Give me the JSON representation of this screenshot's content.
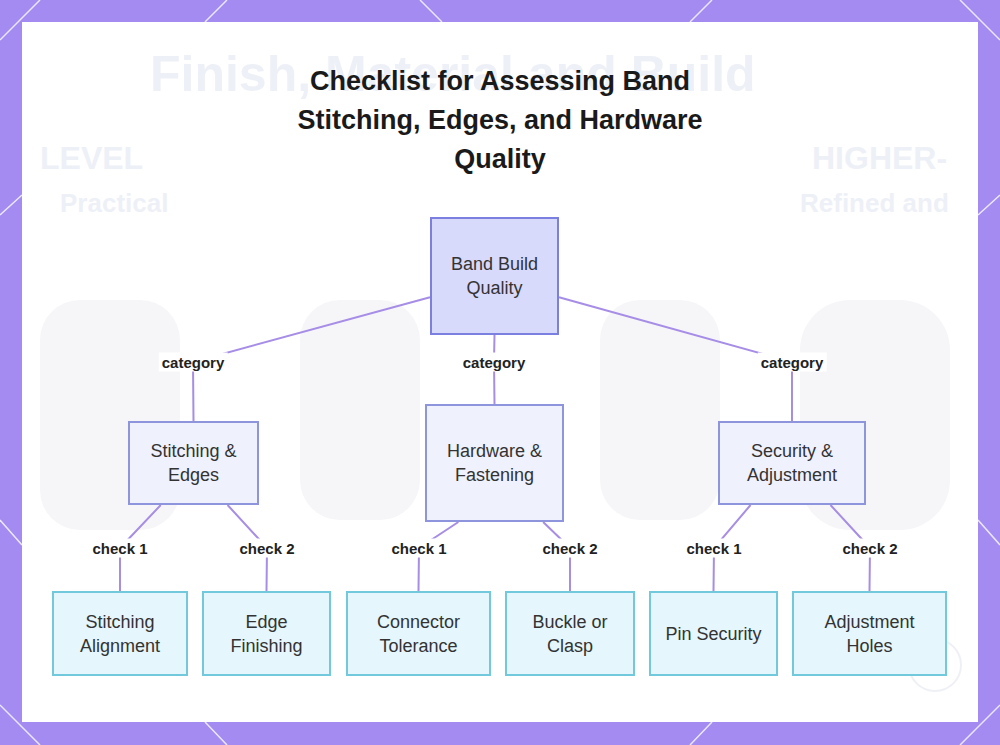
{
  "diagram": {
    "title": "Checklist for Assessing Band Stitching, Edges, and Hardware Quality",
    "nodes": [
      {
        "text": [
          "Band Build Quality"
        ]
      },
      {
        "text": [
          "Stitching & Edges"
        ]
      },
      {
        "text": [
          "Hardware & Fastening"
        ]
      },
      {
        "text": [
          "Security & Adjustment"
        ]
      },
      {
        "text": [
          "Stitching Alignment"
        ]
      },
      {
        "text": [
          "Edge Finishing"
        ]
      },
      {
        "text": [
          "Connector Tolerance"
        ]
      },
      {
        "text": [
          "Buckle or Clasp"
        ]
      },
      {
        "text": [
          "Pin Security"
        ]
      },
      {
        "text": [
          "Adjustment Holes"
        ]
      }
    ],
    "edges": [
      {
        "from": 0,
        "to": 1,
        "label": "category",
        "arrow": "none"
      },
      {
        "from": 0,
        "to": 2,
        "label": "category",
        "arrow": "none"
      },
      {
        "from": 0,
        "to": 3,
        "label": "category",
        "arrow": "none"
      },
      {
        "from": 1,
        "to": 4,
        "label": "check 1",
        "arrow": "none"
      },
      {
        "from": 1,
        "to": 5,
        "label": "check 2",
        "arrow": "none"
      },
      {
        "from": 2,
        "to": 6,
        "label": "check 1",
        "arrow": "none"
      },
      {
        "from": 2,
        "to": 7,
        "label": "check 2",
        "arrow": "none"
      },
      {
        "from": 3,
        "to": 8,
        "label": "check 1",
        "arrow": "none"
      },
      {
        "from": 3,
        "to": 9,
        "label": "check 2",
        "arrow": "none"
      }
    ],
    "labels": [
      "Finish, Material and Build",
      "LEVEL",
      "Practical",
      "HIGHER-",
      "Refined and"
    ]
  }
}
